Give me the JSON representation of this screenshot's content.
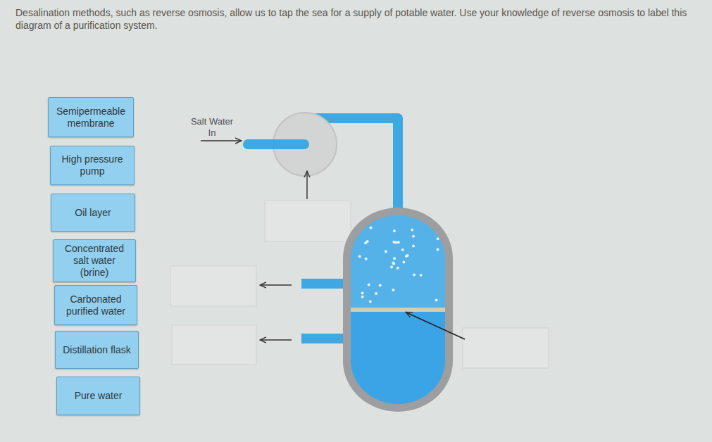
{
  "diagram": {
    "nodes": [
      {
        "text": [
          "Semipermeable membrane"
        ]
      },
      {
        "text": [
          "High pressure pump"
        ]
      },
      {
        "text": [
          "Oil layer"
        ]
      },
      {
        "text": [
          "Concentrated salt water (brine)"
        ]
      },
      {
        "text": [
          "Carbonated purified water"
        ]
      },
      {
        "text": [
          "Distillation flask"
        ]
      },
      {
        "text": [
          "Pure water"
        ]
      }
    ],
    "labels": [
      "Desalination methods, such as reverse osmosis, allow us to tap the sea for a supply of potable water. Use your knowledge of reverse osmosis to label this diagram of a purification system.",
      "Salt Water In"
    ]
  }
}
